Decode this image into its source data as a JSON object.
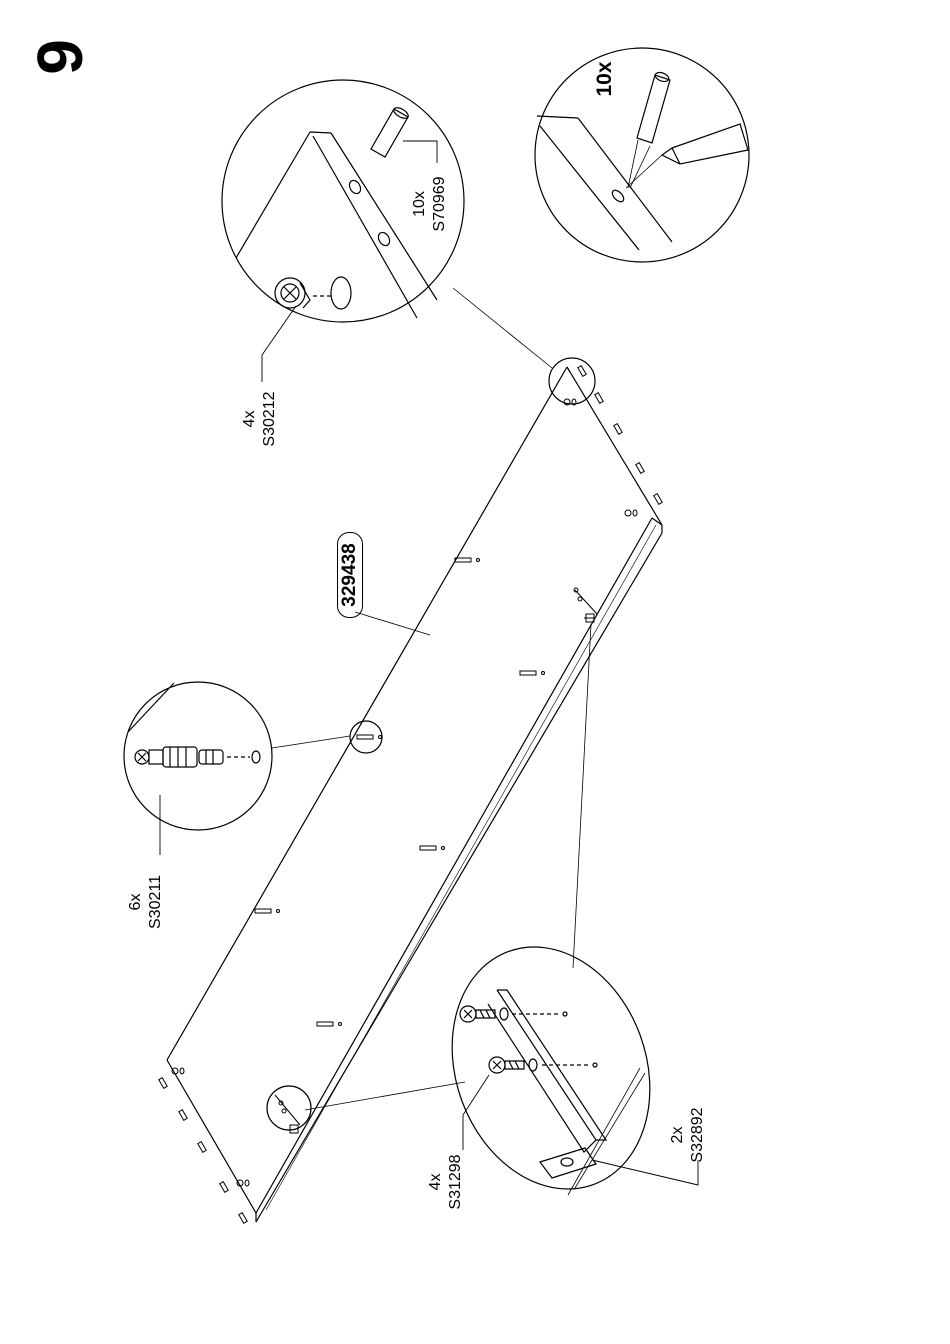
{
  "step_number": "9",
  "panel_part_number": "329438",
  "glue_count": "10x",
  "parts": [
    {
      "qty": "4x",
      "code": "S30212"
    },
    {
      "qty": "10x",
      "code": "S70969"
    },
    {
      "qty": "6x",
      "code": "S30211"
    },
    {
      "qty": "4x",
      "code": "S31298"
    },
    {
      "qty": "2x",
      "code": "S32892"
    }
  ]
}
